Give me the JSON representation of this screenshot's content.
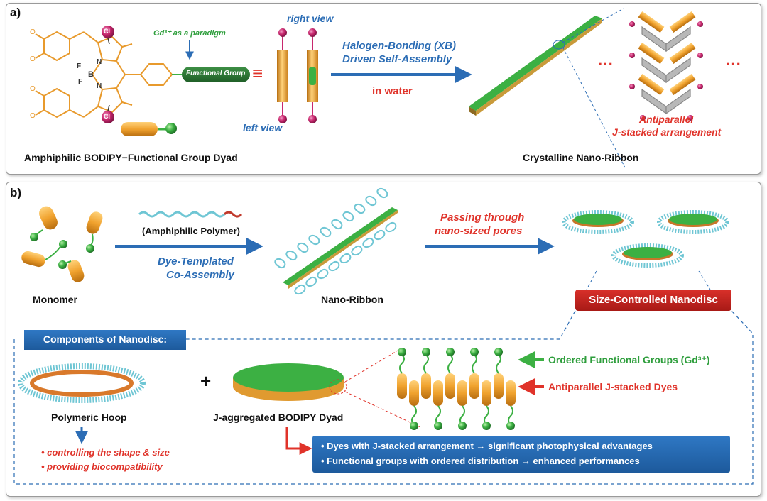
{
  "colors": {
    "orange": "#f0a22e",
    "green": "#3cb043",
    "blue": "#2c6db5",
    "red": "#e0332a",
    "magenta": "#c8286e",
    "teal": "#6fc6d4",
    "copper": "#d9792b"
  },
  "panel_a": {
    "label": "a)",
    "gd_note": "Gd³⁺ as a paradigm",
    "functional_group": "Functional Group",
    "equiv": "≡",
    "right_view": "right view",
    "left_view": "left view",
    "arrow_line1": "Halogen-Bonding (XB)",
    "arrow_line2": "Driven Self-Assembly",
    "in_water": "in water",
    "dyad_caption": "Amphiphilic BODIPY−Functional Group Dyad",
    "ribbon_caption": "Crystalline Nano-Ribbon",
    "arrangement_line1": "Antiparallel",
    "arrangement_line2": "J-stacked arrangement",
    "ellipsis": "···",
    "atoms": {
      "cl": "Cl",
      "f": "F",
      "b": "B",
      "n": "N",
      "o": "O"
    }
  },
  "panel_b": {
    "label": "b)",
    "monomer": "Monomer",
    "polymer": "(Amphiphilic Polymer)",
    "coassembly_line1": "Dye-Templated",
    "coassembly_line2": "Co-Assembly",
    "nanoribbon": "Nano-Ribbon",
    "pores_line1": "Passing through",
    "pores_line2": "nano-sized pores",
    "nanodisc": "Size-Controlled Nanodisc",
    "components": "Components of Nanodisc:",
    "plus": "+",
    "hoop": "Polymeric Hoop",
    "dyad": "J-aggregated BODIPY Dyad",
    "ordered_groups": "Ordered Functional Groups (Gd³⁺)",
    "antiparallel_dyes": "Antiparallel  J-stacked Dyes",
    "bullets_red": [
      "controlling the shape & size",
      "providing biocompatibility"
    ],
    "bullets_blue": [
      "Dyes with J-stacked arrangement → significant photophysical advantages",
      "Functional groups with ordered distribution → enhanced performances"
    ]
  }
}
